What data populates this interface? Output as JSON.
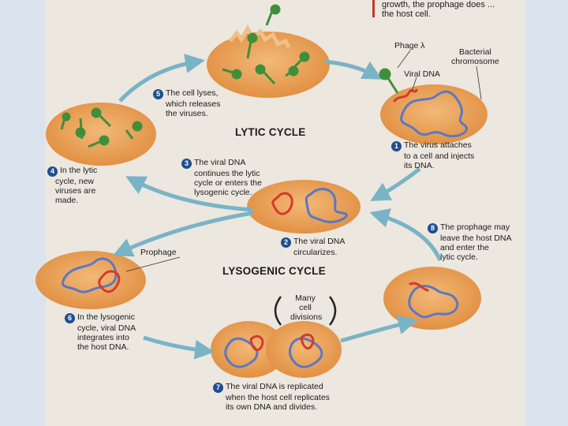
{
  "header_snippet": [
    "growth, the prophage does ...",
    "the host cell."
  ],
  "titles": {
    "lytic": "LYTIC CYCLE",
    "lysogenic": "LYSOGENIC CYCLE"
  },
  "labels": {
    "phage": "Phage λ",
    "bacterial_chromosome": [
      "Bacterial",
      "chromosome"
    ],
    "viral_dna": "Viral DNA",
    "prophage": "Prophage",
    "many_cell_divisions": [
      "Many",
      "cell",
      "divisions"
    ]
  },
  "steps": [
    {
      "n": "1",
      "lines": [
        "The virus attaches",
        "to a cell and injects",
        "its DNA."
      ]
    },
    {
      "n": "2",
      "lines": [
        "The viral DNA",
        "circularizes."
      ]
    },
    {
      "n": "3",
      "lines": [
        "The viral DNA",
        "continues the lytic",
        "cycle or enters the",
        "lysogenic cycle."
      ]
    },
    {
      "n": "4",
      "lines": [
        "In the lytic",
        "cycle, new",
        "viruses are",
        "made."
      ]
    },
    {
      "n": "5",
      "lines": [
        "The cell lyses,",
        "which releases",
        "the viruses."
      ]
    },
    {
      "n": "6",
      "lines": [
        "In the lysogenic",
        "cycle, viral DNA",
        "integrates into",
        "the host DNA."
      ]
    },
    {
      "n": "7",
      "lines": [
        "The viral DNA is replicated",
        "when the host cell replicates",
        "its own DNA and divides."
      ]
    },
    {
      "n": "8",
      "lines": [
        "The prophage may",
        "leave the host DNA",
        "and enter the",
        "lytic cycle."
      ]
    }
  ],
  "colors": {
    "cell": "#e9a35a",
    "cell_edge": "#d98a3f",
    "host_dna": "#5a78c4",
    "viral_dna": "#d63a2a",
    "phage": "#3f8f3a",
    "arrow": "#79b3c6",
    "badge": "#1f4d8f"
  }
}
